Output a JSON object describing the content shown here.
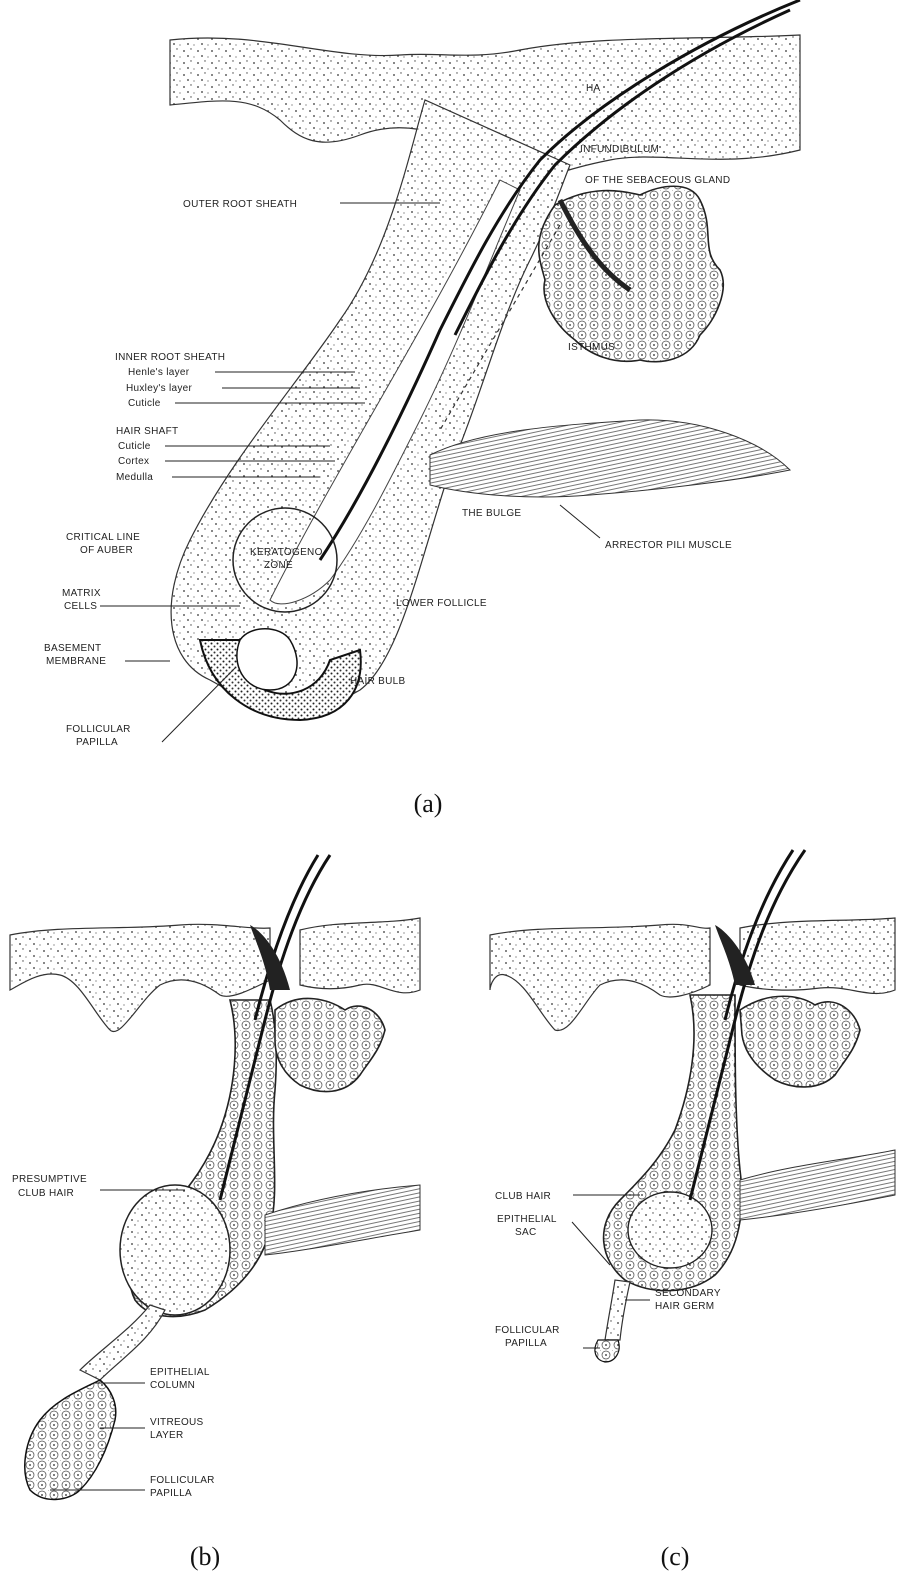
{
  "panel_a": {
    "caption": "(a)",
    "labels": {
      "hair_canal": "HA",
      "infundibulum": "INFUNDIBULUM",
      "gland": "OF THE SEBACEOUS GLAND",
      "outer_root_sheath": "OUTER ROOT SHEATH",
      "isthmus": "ISTHMUS",
      "inner_root_sheath": "INNER ROOT SHEATH",
      "henle": "Henle's layer",
      "huxley": "Huxley's layer",
      "cuticle_irs": "Cuticle",
      "hair_shaft": "HAIR SHAFT",
      "cuticle_hs": "Cuticle",
      "cortex": "Cortex",
      "medulla": "Medulla",
      "bulge": "THE BULGE",
      "arrector": "ARRECTOR PILI MUSCLE",
      "critical_line_1": "CRITICAL LINE",
      "critical_line_2": "OF AUBER",
      "keratogenous_1": "KERATOGENO",
      "keratogenous_2": "ZONE",
      "matrix_1": "MATRIX",
      "matrix_2": "CELLS",
      "lower_follicle": "LOWER FOLLICLE",
      "basement_1": "BASEMENT",
      "basement_2": "MEMBRANE",
      "hair_bulb": "HAIR BULB",
      "papilla_1": "FOLLICULAR",
      "papilla_2": "PAPILLA"
    }
  },
  "panel_b": {
    "caption": "(b)",
    "labels": {
      "presumptive_1": "PRESUMPTIVE",
      "presumptive_2": "CLUB HAIR",
      "epithelial_1": "EPITHELIAL",
      "epithelial_2": "COLUMN",
      "vitreous_1": "VITREOUS",
      "vitreous_2": "LAYER",
      "papilla_1": "FOLLICULAR",
      "papilla_2": "PAPILLA"
    }
  },
  "panel_c": {
    "caption": "(c)",
    "labels": {
      "club_hair": "CLUB HAIR",
      "sac_1": "EPITHELIAL",
      "sac_2": "SAC",
      "germ_1": "SECONDARY",
      "germ_2": "HAIR GERM",
      "papilla_1": "FOLLICULAR",
      "papilla_2": "PAPILLA"
    }
  }
}
